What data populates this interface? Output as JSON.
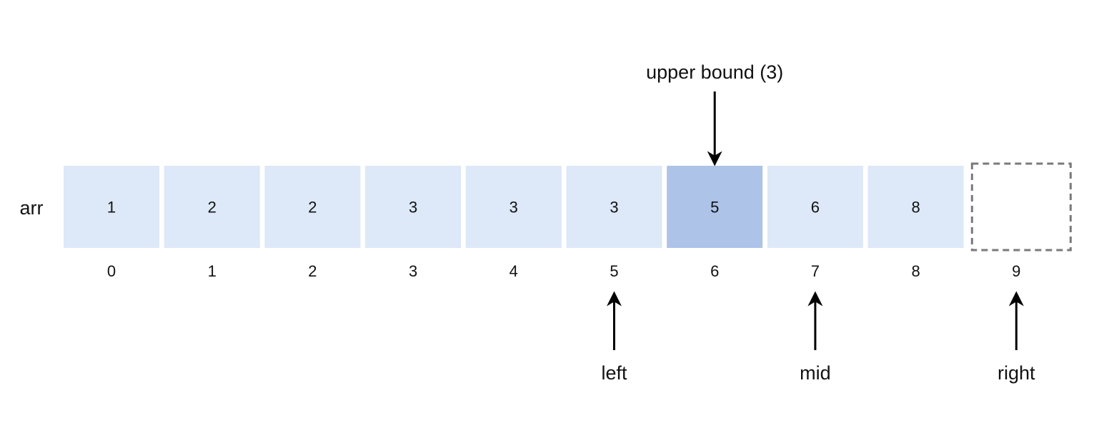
{
  "array": {
    "name": "arr",
    "values": [
      "1",
      "2",
      "2",
      "3",
      "3",
      "3",
      "5",
      "6",
      "8",
      ""
    ],
    "indices": [
      "0",
      "1",
      "2",
      "3",
      "4",
      "5",
      "6",
      "7",
      "8",
      "9"
    ],
    "highlighted_index": 6,
    "placeholder_index": 9
  },
  "pointers": {
    "upper_bound": {
      "label": "upper bound (3)",
      "index": 6
    },
    "left": {
      "label": "left",
      "index": 5
    },
    "mid": {
      "label": "mid",
      "index": 7
    },
    "right": {
      "label": "right",
      "index": 9
    }
  },
  "colors": {
    "cell_fill": "#dde8f8",
    "highlight_fill": "#adc3e8",
    "placeholder_border": "#7a7a7a",
    "arrow": "#000000",
    "text": "#111111"
  }
}
